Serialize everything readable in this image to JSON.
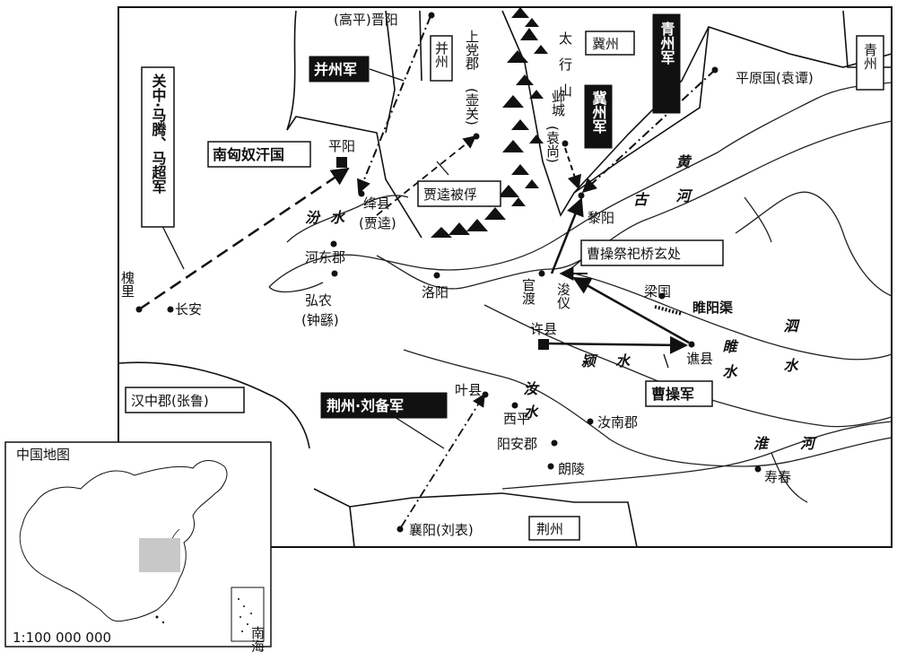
{
  "cities": {
    "jinyang": "(高平)晋阳",
    "pingyang": "平阳",
    "jiangxian": "绛县",
    "jiangxian_sub": "(贾逵)",
    "hedong": "河东郡",
    "hongnong": "弘农",
    "hongnong_sub": "(钟繇)",
    "luoyang": "洛阳",
    "guanli": "槐里",
    "changan": "长安",
    "shangdang": "上党郡",
    "shangdang_sub": "(壶关)",
    "yecheng": "邺城",
    "yecheng_sub": "(袁尚)",
    "liyang": "黎阳",
    "pingyuan": "平原国(袁谭)",
    "guandu": "官渡",
    "junyi": "浚仪",
    "liangguo": "梁国",
    "xuxian": "许县",
    "qiaoxian": "谯县",
    "yexian": "叶县",
    "xiping": "西平",
    "runan": "汝南郡",
    "yangan": "阳安郡",
    "langling": "朗陵",
    "shouchun": "寿春",
    "xiangyang": "襄阳(刘表)",
    "hanzhong": "汉中郡(张鲁)"
  },
  "regions": {
    "bingzhou": "并州",
    "jizhou": "冀州",
    "qingzhou": "青州",
    "jingzhou": "荆州"
  },
  "features": {
    "taihang": "太行山",
    "fen_river": "汾水",
    "yellow_river": "黄河",
    "ancient_yellow_river": "古",
    "si_river": "泗水",
    "sui_river": "睢水",
    "ru_river": "汝水",
    "ying_river": "颍水",
    "huai_river": "淮河",
    "suiyang_canal": "睢阳渠"
  },
  "armies": {
    "bingzhou": "并州军",
    "qingzhou": "青州军",
    "jizhou": "冀州军",
    "guanzhong": "关中·马腾、马超军",
    "jingzhou_liubei": "荆州·刘备军",
    "caocao": "曹操军",
    "nanxiongnu": "南匈奴汗国"
  },
  "annotations": {
    "jiakui_captured": "贾逵被俘",
    "caocao_sacrifice": "曹操祭祀桥玄处"
  },
  "inset": {
    "title": "中国地图",
    "scale": "1:100 000 000",
    "south_sea": "南海诸岛"
  }
}
